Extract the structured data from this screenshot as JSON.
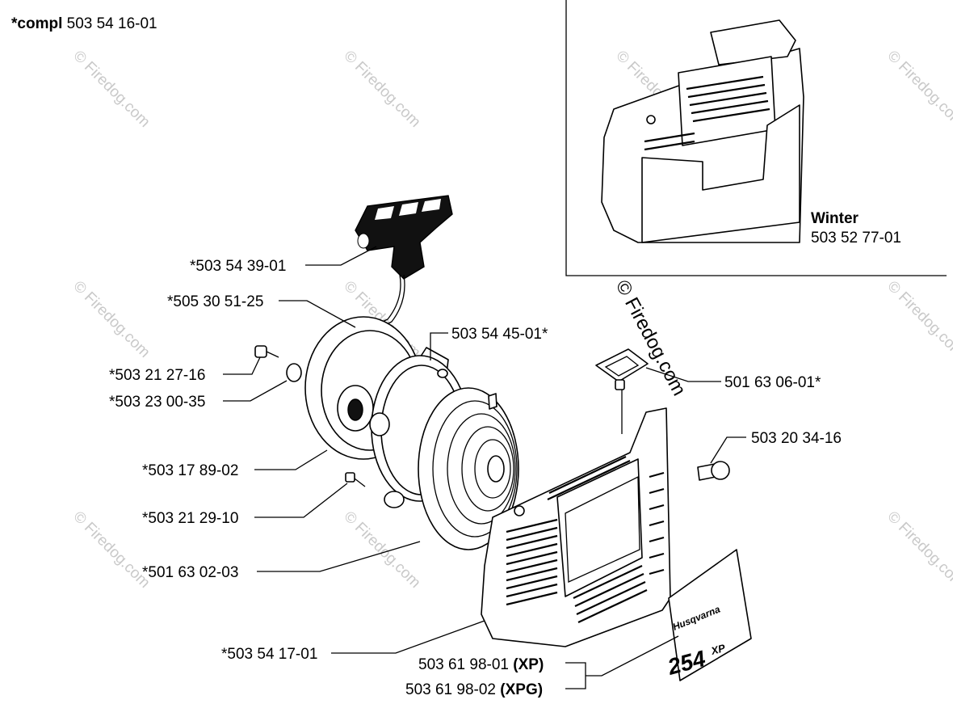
{
  "assembly": {
    "prefix": "*compl",
    "number": "503 54 16-01"
  },
  "inset": {
    "title": "Winter",
    "number": "503 52 77-01"
  },
  "copyright_watermark": "© Firedog.com",
  "faint_watermark": "© Firedog.com",
  "decal": {
    "brand": "Husqvarna",
    "model": "254",
    "suffix": "XP"
  },
  "labels": {
    "handle": "*503 54 39-01",
    "cord": "*505 30 51-25",
    "screw_a": "*503 21 27-16",
    "washer": "*503 23 00-35",
    "pulley": "*503 17 89-02",
    "screw_b": "*503 21 29-10",
    "spring": "*501 63 02-03",
    "cover": "*503 54 17-01",
    "bracket": "503 54 45-01*",
    "grommet": "501 63 06-01*",
    "bolt": "503 20 34-16",
    "decal_xp_number": "503 61 98-01",
    "decal_xp_variant": "(XP)",
    "decal_xpg_number": "503 61 98-02",
    "decal_xpg_variant": "(XPG)"
  }
}
